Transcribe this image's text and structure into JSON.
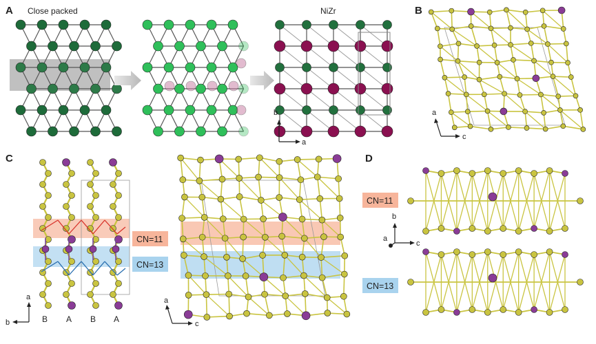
{
  "panels": {
    "A": {
      "letter": "A",
      "label_close_packed": "Close packed",
      "label_nizr": "NiZr",
      "axis_b": "b",
      "axis_a": "a"
    },
    "B": {
      "letter": "B",
      "axis_a": "a",
      "axis_c": "c"
    },
    "C": {
      "letter": "C",
      "axis_a_left": "a",
      "axis_b_left": "b",
      "stacking": [
        "B",
        "A",
        "B",
        "A"
      ],
      "cn11": "CN=11",
      "cn13": "CN=13",
      "axis_a_right": "a",
      "axis_c_right": "c"
    },
    "D": {
      "letter": "D",
      "axis_b": "b",
      "axis_a": "a",
      "axis_c": "c",
      "cn11": "CN=11",
      "cn13": "CN=13"
    }
  },
  "colors": {
    "green_dark": "#1e6b3a",
    "green_light": "#2fbf5a",
    "magenta": "#8a1050",
    "yellow": "#c9c440",
    "purple": "#8a3c96",
    "cn11_band": "#f7b59b",
    "cn13_band": "#a9d3ee",
    "gray_band": "#8c8c8c"
  }
}
